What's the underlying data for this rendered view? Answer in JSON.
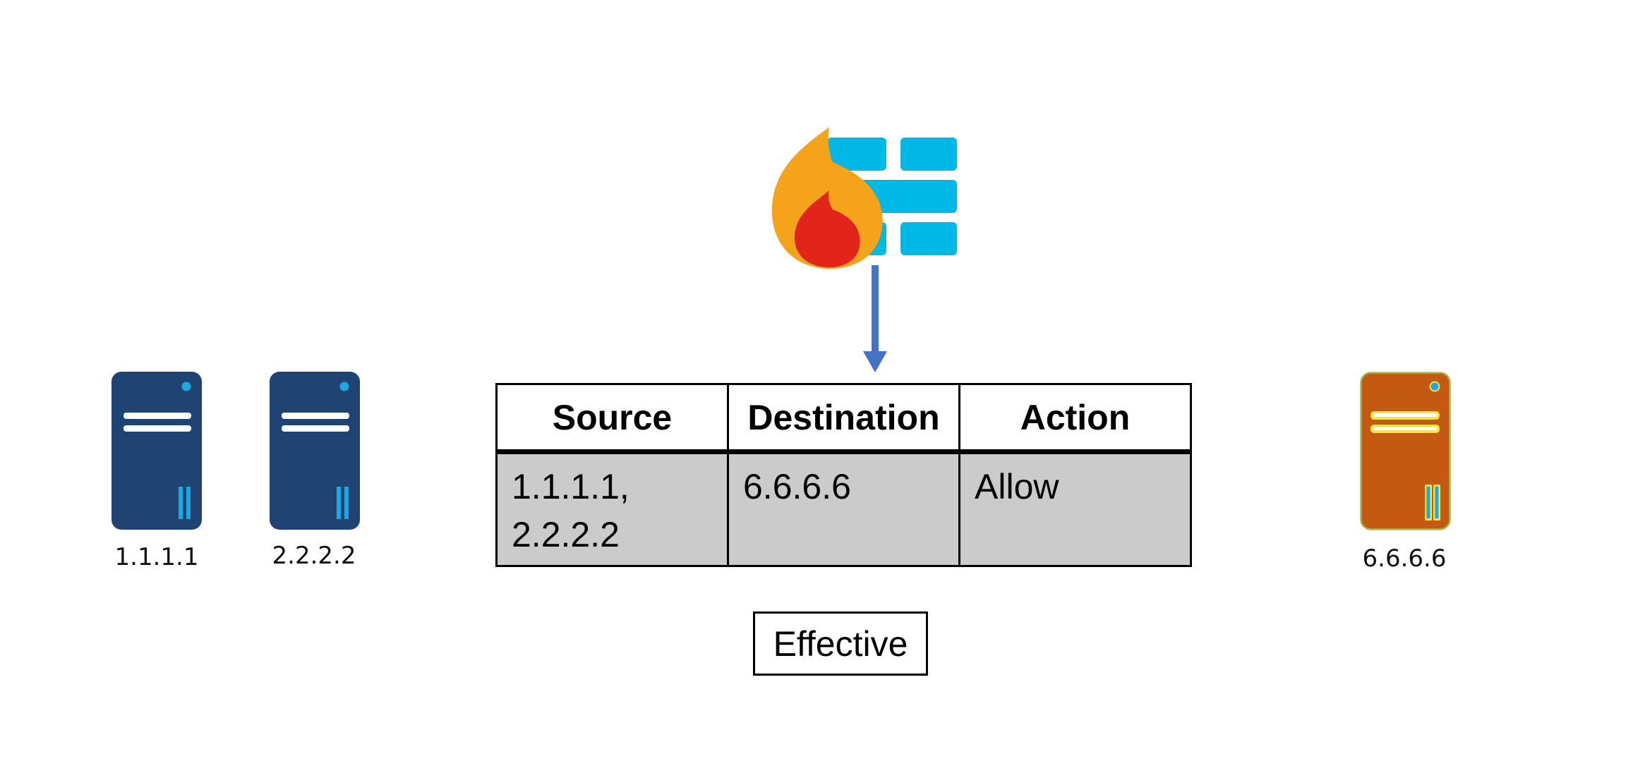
{
  "servers": {
    "left": [
      {
        "label": "1.1.1.1",
        "icon": "server-icon",
        "color": "#1f4373"
      },
      {
        "label": "2.2.2.2",
        "icon": "server-icon",
        "color": "#1f4373"
      }
    ],
    "right": [
      {
        "label": "6.6.6.6",
        "icon": "server-icon",
        "color": "#c45a11"
      }
    ]
  },
  "firewall": {
    "icon": "firewall-icon",
    "brick_color": "#00b8e6",
    "flame_outer_color": "#f5a31b",
    "flame_inner_color": "#e1251b",
    "arrow_color": "#4472c4"
  },
  "rule_table": {
    "headers": [
      "Source",
      "Destination",
      "Action"
    ],
    "rows": [
      {
        "source": [
          "1.1.1.1,",
          "2.2.2.2"
        ],
        "destination": [
          "6.6.6.6"
        ],
        "action": [
          "Allow"
        ]
      }
    ],
    "cell_background": "#cbcbcb"
  },
  "effective_label": "Effective"
}
